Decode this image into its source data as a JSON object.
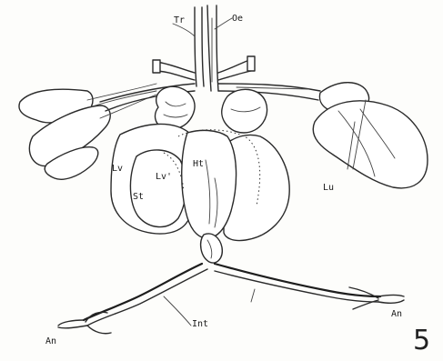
{
  "labels": {
    "tr": "Tr",
    "oe": "Oe",
    "lv_left": "Lv",
    "lv_prime": "Lv'",
    "ht": "Ht",
    "st": "St",
    "lu": "Lu",
    "int": "Int",
    "an_left": "An",
    "an_right": "An"
  },
  "figure_number": "5",
  "colors": {
    "ink": "#2a2a2a",
    "paper": "#fdfdfb"
  }
}
